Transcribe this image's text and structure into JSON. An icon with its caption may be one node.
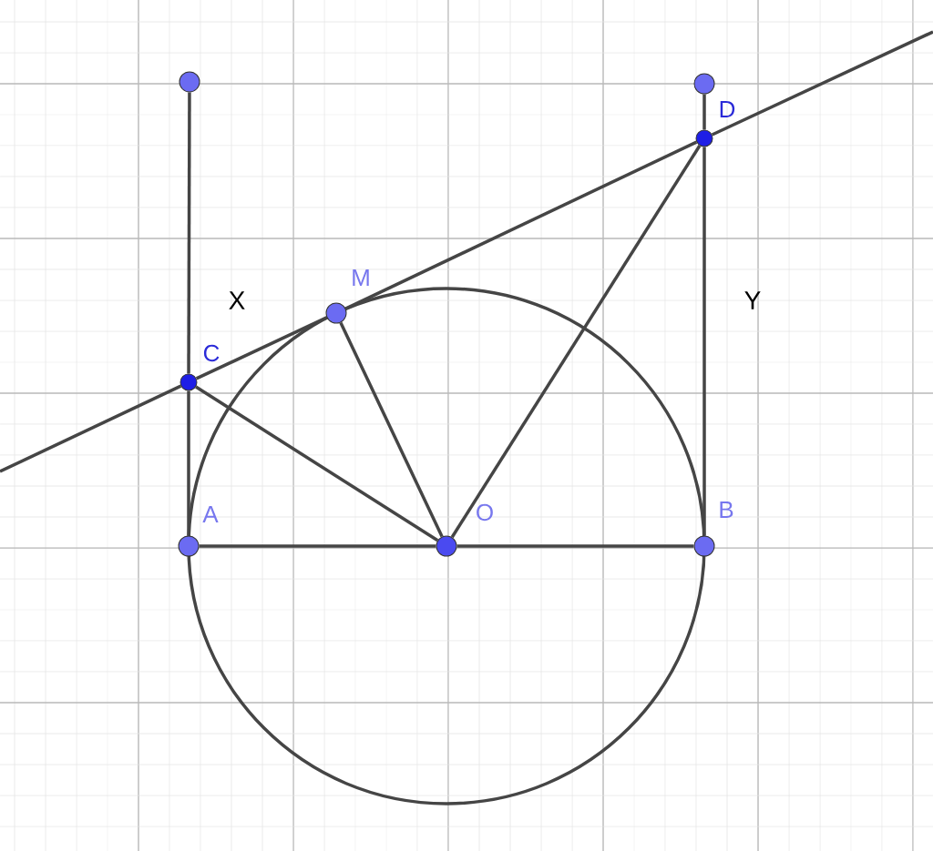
{
  "diagram": {
    "nodes": [
      {
        "text": [],
        "shape": "circle"
      },
      {
        "text": [],
        "shape": "circle"
      },
      {
        "text": [],
        "shape": "circle",
        "beside": [
          "D"
        ]
      },
      {
        "text": [],
        "shape": "circle",
        "beside": [
          "M"
        ]
      },
      {
        "text": [],
        "shape": "circle",
        "beside": [
          "C"
        ]
      },
      {
        "text": [],
        "shape": "circle",
        "beside": [
          "A"
        ]
      },
      {
        "text": [],
        "shape": "circle",
        "beside": [
          "O"
        ]
      },
      {
        "text": [],
        "shape": "circle",
        "beside": [
          "B"
        ]
      }
    ],
    "edges": [
      {
        "from": 4,
        "to": 0,
        "arrow": "none"
      },
      {
        "from": 5,
        "to": 4,
        "arrow": "none"
      },
      {
        "from": 7,
        "to": 2,
        "arrow": "none"
      },
      {
        "from": 2,
        "to": 1,
        "arrow": "none"
      },
      {
        "from": null,
        "to": 4,
        "arrow": "none"
      },
      {
        "from": 4,
        "to": 3,
        "arrow": "none"
      },
      {
        "from": 3,
        "to": 2,
        "arrow": "none"
      },
      {
        "from": 2,
        "to": null,
        "arrow": "none"
      },
      {
        "from": 5,
        "to": 6,
        "arrow": "none"
      },
      {
        "from": 6,
        "to": 7,
        "arrow": "none"
      },
      {
        "from": 4,
        "to": 6,
        "arrow": "none"
      },
      {
        "from": 3,
        "to": 6,
        "arrow": "none"
      },
      {
        "from": 6,
        "to": 2,
        "arrow": "none"
      }
    ],
    "labels": [
      "X",
      "Y"
    ]
  }
}
